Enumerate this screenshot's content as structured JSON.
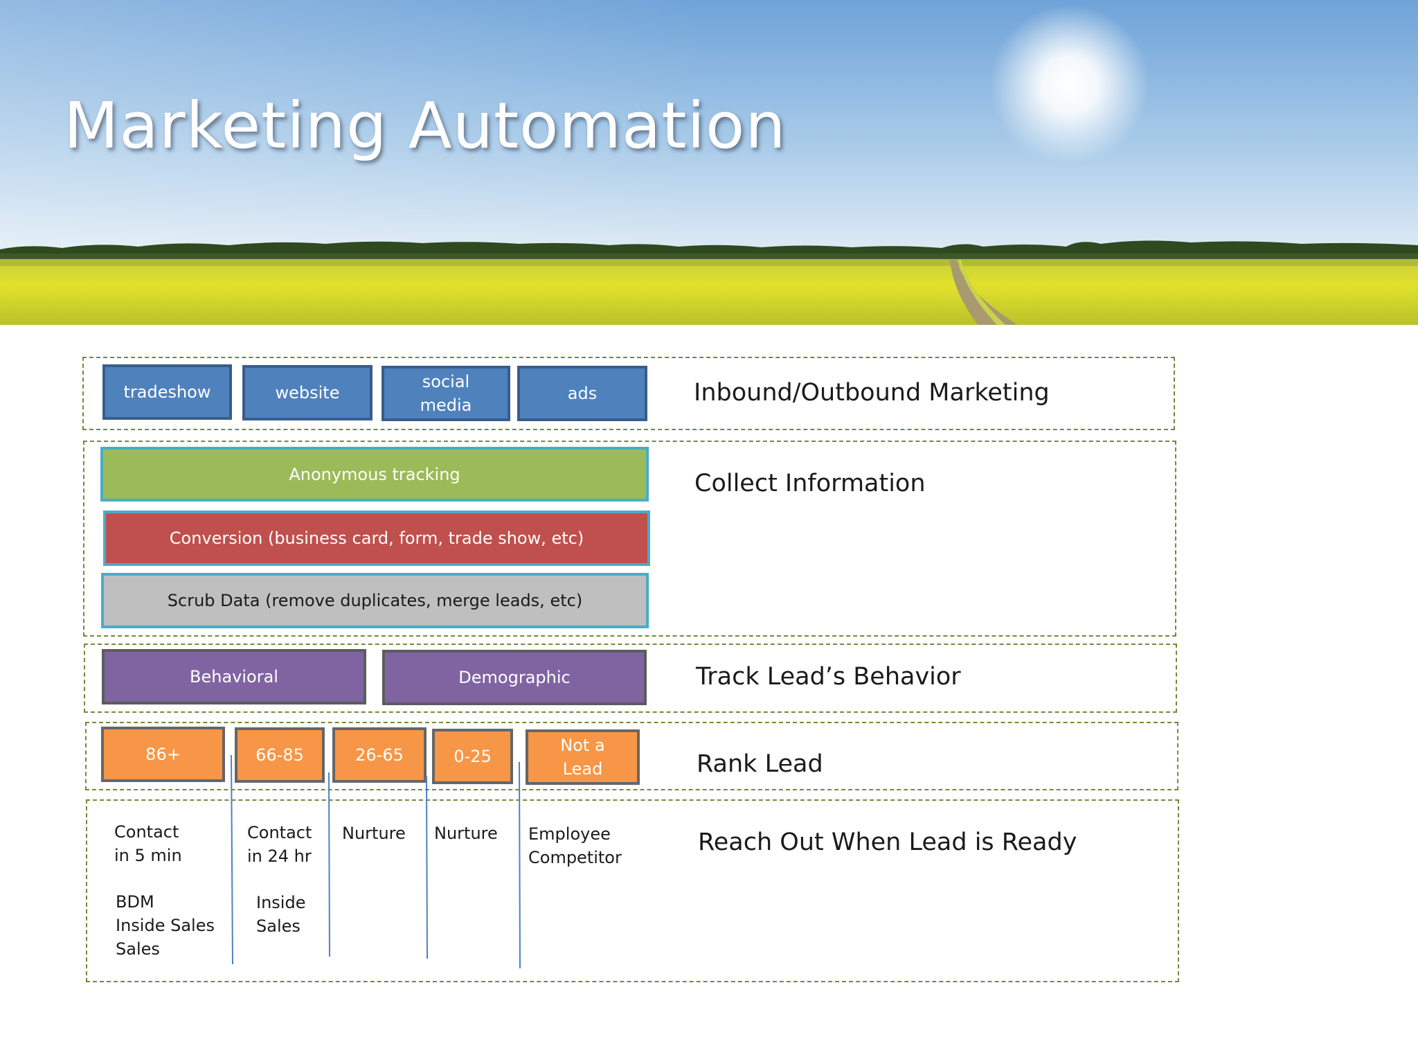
{
  "title": "Marketing Automation",
  "stages": {
    "inbound": "Inbound/Outbound Marketing",
    "collect": "Collect Information",
    "track": "Track Lead’s Behavior",
    "rank": "Rank Lead",
    "reach": "Reach Out When Lead is Ready"
  },
  "channels": [
    "tradeshow",
    "website",
    "social\nmedia",
    "ads"
  ],
  "collect_steps": [
    "Anonymous tracking",
    "Conversion (business card, form, trade show, etc)",
    "Scrub Data (remove duplicates, merge leads, etc)"
  ],
  "tracking": [
    "Behavioral",
    "Demographic"
  ],
  "ranks": [
    "86+",
    "66-85",
    "26-65",
    "0-25",
    "Not a\nLead"
  ],
  "actions": [
    {
      "timing": "Contact\nin 5 min",
      "owner": "BDM\nInside Sales\nSales"
    },
    {
      "timing": "Contact\nin 24 hr",
      "owner": "Inside\nSales"
    },
    {
      "timing": "Nurture",
      "owner": ""
    },
    {
      "timing": "Nurture",
      "owner": ""
    },
    {
      "timing": "Employee\nCompetitor",
      "owner": ""
    }
  ],
  "colors": {
    "channel": "#4f81bd",
    "tracking_anonymous": "#9bbb59",
    "conversion": "#c0504d",
    "scrub": "#bfbfbf",
    "behavior": "#8064a2",
    "rank": "#f79646",
    "frame_border": "#6f8b3a",
    "connector": "#4f81bd"
  }
}
